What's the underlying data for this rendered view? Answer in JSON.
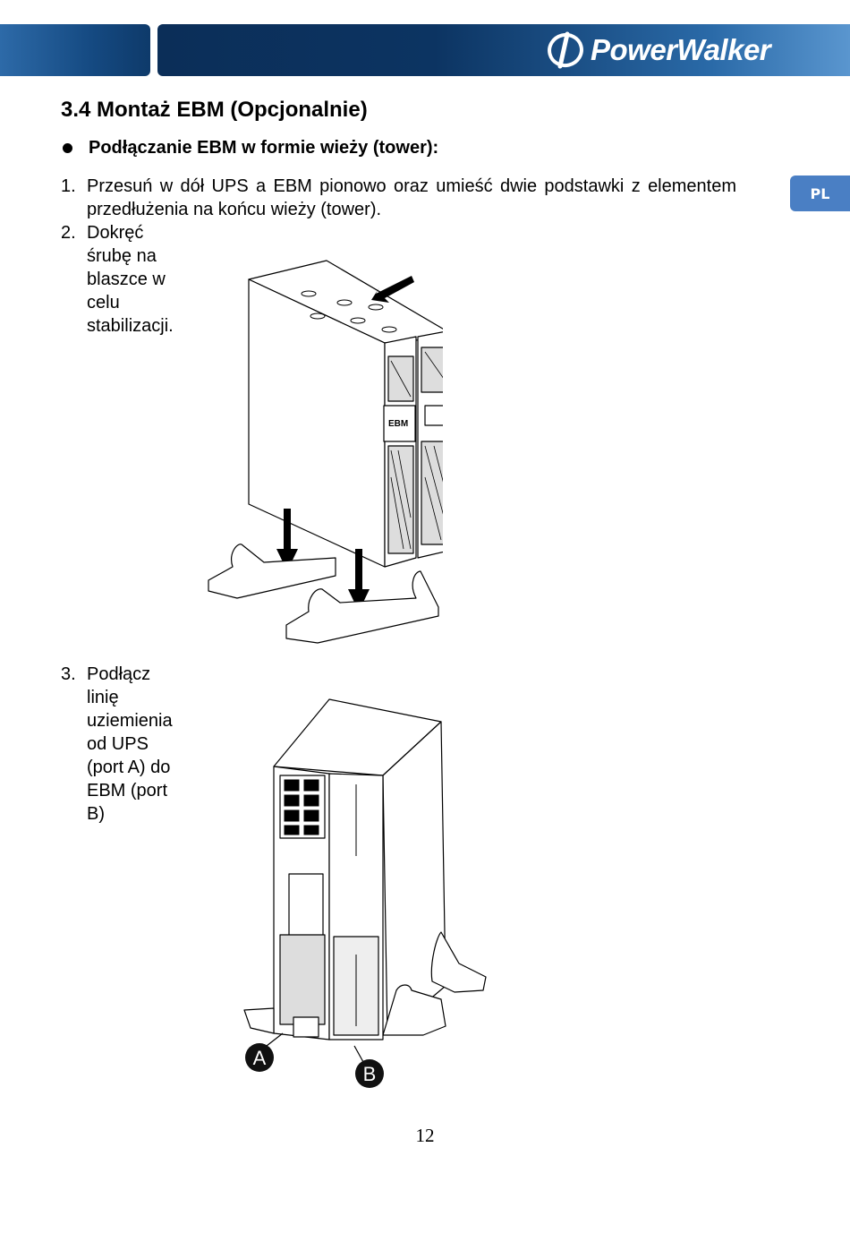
{
  "header": {
    "brand": "PowerWalker",
    "colors": {
      "band_dark": "#0b2e58",
      "band_light": "#5a96cf",
      "tab": "#4a7fc4"
    }
  },
  "language_tab": "PL",
  "section": {
    "title": "3.4 Montaż EBM (Opcjonalnie)",
    "bullet": "Podłączanie EBM w formie wieży (tower):"
  },
  "steps": [
    {
      "num": "1.",
      "text": "Przesuń w dół UPS a EBM pionowo oraz umieść dwie podstawki z elementem przedłużenia na końcu wieży (tower)."
    },
    {
      "num": "2.",
      "text": "Dokręć śrubę na blaszce w celu stabilizacji."
    },
    {
      "num": "3.",
      "text": "Podłącz linię uziemienia od UPS (port A) do EBM (port B)"
    }
  ],
  "figure1": {
    "ebm_label": "EBM"
  },
  "figure2": {
    "port_a": "A",
    "port_b": "B"
  },
  "page_number": "12"
}
